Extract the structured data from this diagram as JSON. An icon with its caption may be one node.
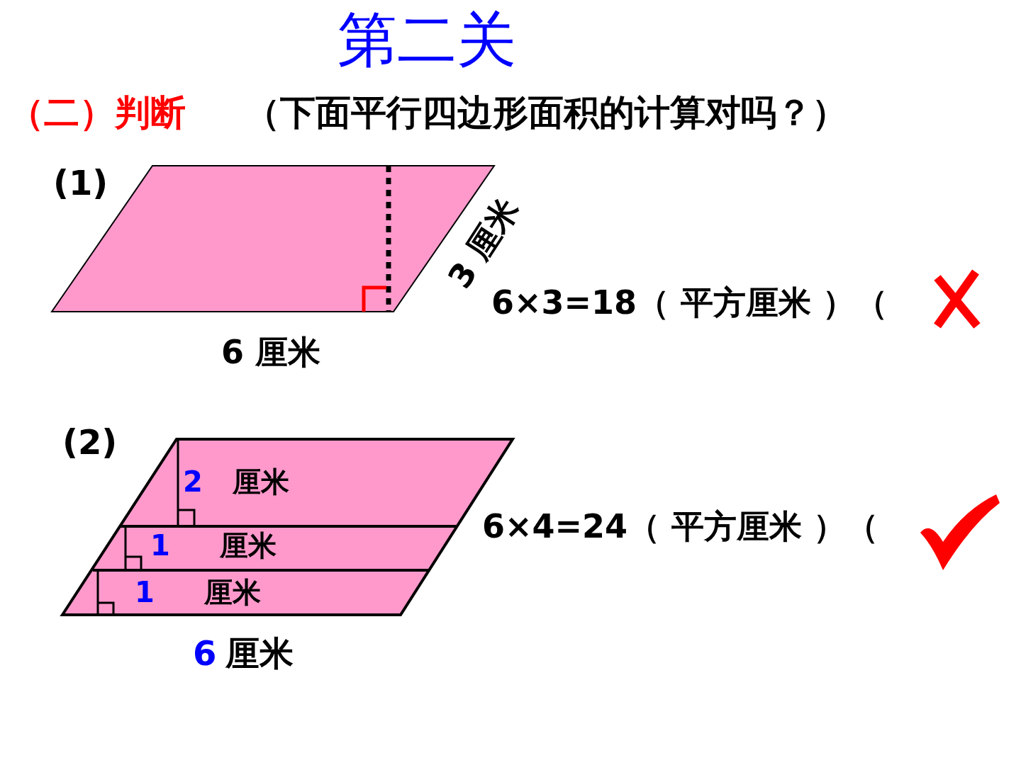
{
  "diagram": {
    "title": "第二关",
    "labels": [
      "（二）判断",
      "（下面平行四边形面积的计算对吗？）",
      "(1)",
      "3 厘米",
      "6 厘米",
      "6×3=18（ 平方厘米 ）（",
      "(2)",
      "2",
      "厘米",
      "1",
      "厘米",
      "1",
      "厘米",
      "6",
      "厘米",
      "6×4=24（ 平方厘米 ）（"
    ]
  }
}
